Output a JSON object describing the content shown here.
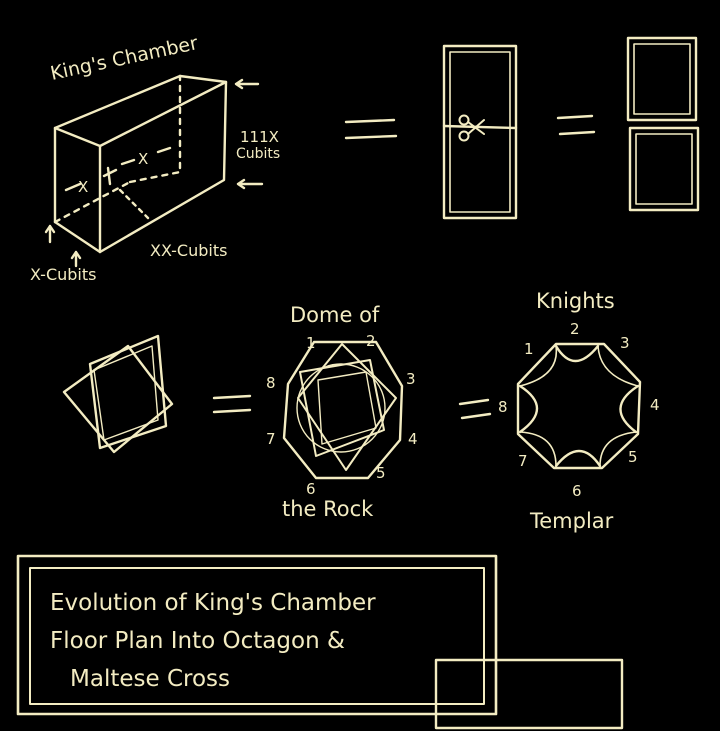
{
  "colors": {
    "background": "#000000",
    "chalk": "#f3ecc2"
  },
  "labels": {
    "kings_chamber": "King's Chamber",
    "height": "111X",
    "height_unit": "Cubits",
    "width_x_left": "X",
    "width_x_right": "X",
    "x_cubits": "X-Cubits",
    "xx_cubits": "XX-Cubits",
    "equals": "=",
    "dome_line1": "Dome of",
    "dome_line2": "the Rock",
    "knights": "Knights",
    "templar": "Templar"
  },
  "dome_numbers": [
    "1",
    "2",
    "3",
    "4",
    "5",
    "6",
    "7",
    "8"
  ],
  "cross_numbers": [
    "1",
    "2",
    "3",
    "4",
    "5",
    "6",
    "7",
    "8"
  ],
  "caption": {
    "line1": "Evolution of King's Chamber",
    "line2": "Floor Plan Into Octagon &",
    "line3": "Maltese Cross"
  }
}
